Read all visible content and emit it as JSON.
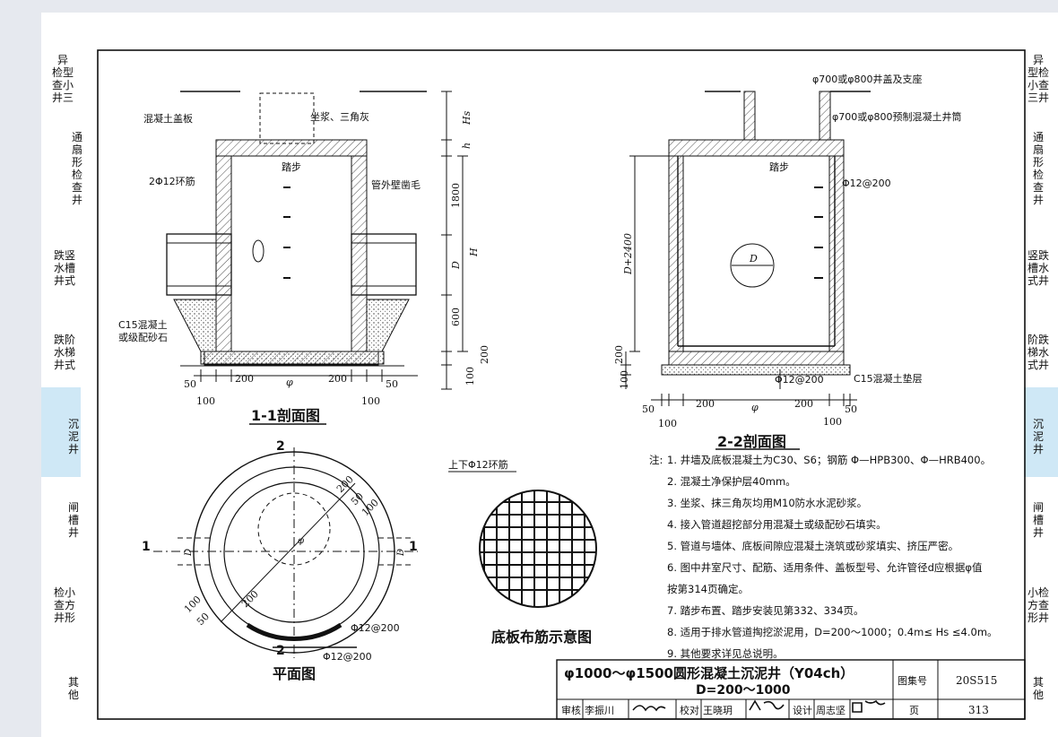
{
  "sidebar_left": [
    {
      "text": "异\n检型\n查小\n井三",
      "active": false
    },
    {
      "text": "通\n扇\n形\n检\n查\n井",
      "active": false
    },
    {
      "text": "跌竖\n水槽\n井式",
      "active": false
    },
    {
      "text": "跌阶\n水梯\n井式",
      "active": false
    },
    {
      "text": "沉\n泥\n井",
      "active": true
    },
    {
      "text": "闸\n槽\n井",
      "active": false
    },
    {
      "text": "检小\n查方\n井形",
      "active": false
    },
    {
      "text": "其\n他",
      "active": false
    }
  ],
  "sidebar_right": [
    {
      "text": "异\n型检\n小查\n三井",
      "active": false
    },
    {
      "text": "通\n扇\n形\n检\n查\n井",
      "active": false
    },
    {
      "text": "竖跌\n槽水\n式井",
      "active": false
    },
    {
      "text": "阶跌\n梯水\n式井",
      "active": false
    },
    {
      "text": "沉\n泥\n井",
      "active": true
    },
    {
      "text": "闸\n槽\n井",
      "active": false
    },
    {
      "text": "小检\n方查\n形井",
      "active": false
    },
    {
      "text": "其\n他",
      "active": false
    }
  ],
  "section11": {
    "title": "1-1剖面图",
    "labels": [
      "混凝土盖板",
      "坐浆、三角灰",
      "踏步",
      "2Φ12环筋",
      "管外壁凿毛",
      "C15混凝土",
      "或级配砂石"
    ],
    "dims_vertical": [
      "Hs",
      "h",
      "1800",
      "H",
      "D",
      "600",
      "200",
      "100"
    ],
    "dims_bottom": [
      "50",
      "200",
      "φ",
      "200",
      "50",
      "100",
      "100"
    ]
  },
  "section22": {
    "title": "2-2剖面图",
    "labels": [
      "φ700或φ800井盖及支座",
      "φ700或φ800预制混凝土井筒",
      "踏步",
      "Φ12@200",
      "D",
      "Φ12@200",
      "C15混凝土垫层"
    ],
    "dims_vertical": [
      "D+2400",
      "200",
      "100"
    ],
    "dims_bottom": [
      "50",
      "200",
      "φ",
      "200",
      "50",
      "100",
      "100"
    ]
  },
  "plan": {
    "title": "平面图",
    "labels": [
      "2",
      "2",
      "1",
      "1",
      "D",
      "D",
      "φ",
      "200",
      "50",
      "100",
      "100",
      "50",
      "200",
      "Φ12@200",
      "Φ12@200"
    ]
  },
  "rebar": {
    "title": "底板布筋示意图",
    "label": "上下Φ12环筋"
  },
  "notes": {
    "head": "注:",
    "items": [
      "1. 井墙及底板混凝土为C30、S6；钢筋 Φ—HPB300、Φ—HRB400。",
      "2. 混凝土净保护层40mm。",
      "3. 坐浆、抹三角灰均用M10防水水泥砂浆。",
      "4. 接入管道超挖部分用混凝土或级配砂石填实。",
      "5. 管道与墙体、底板间隙应混凝土浇筑或砂浆填实、挤压严密。",
      "6. 图中井室尺寸、配筋、适用条件、盖板型号、允许管径d应根据φ值",
      "   按第314页确定。",
      "7. 踏步布置、踏步安装见第332、334页。",
      "8. 适用于排水管道掏挖淤泥用，D=200～1000；0.4m≤ Hs ≤4.0m。",
      "9. 其他要求详见总说明。"
    ]
  },
  "title_block": {
    "title_line1": "φ1000～φ1500圆形混凝土沉泥井（Y04ch）",
    "title_line2": "D=200～1000",
    "atlas_label": "图集号",
    "atlas_value": "20S515",
    "page_label": "页",
    "page_value": "313",
    "review_label": "审核",
    "reviewer": "李振川",
    "check_label": "校对",
    "checker": "王晓玥",
    "design_label": "设计",
    "designer": "周志坚"
  }
}
